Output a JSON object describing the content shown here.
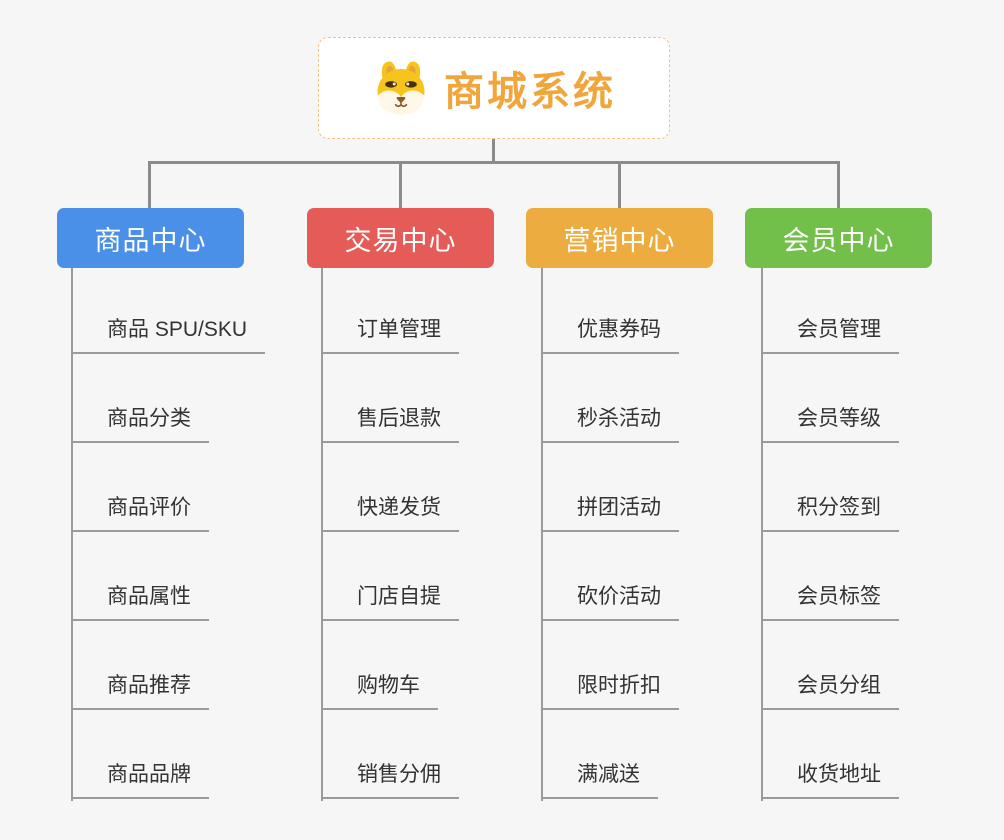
{
  "root": {
    "title": "商城系统",
    "icon": "shiba-dog-icon",
    "title_color": "#F0A63C",
    "border_color": "#F2C382",
    "background": "#FFFFFF"
  },
  "canvas": {
    "background": "#F6F6F6",
    "connector_color": "#8C8C8C",
    "thin_line_color": "#9B9B9B",
    "item_text_color": "#333333"
  },
  "branches": [
    {
      "label": "商品中心",
      "color": "#4A90E8",
      "items": [
        "商品 SPU/SKU",
        "商品分类",
        "商品评价",
        "商品属性",
        "商品推荐",
        "商品品牌"
      ]
    },
    {
      "label": "交易中心",
      "color": "#E45B58",
      "items": [
        "订单管理",
        "售后退款",
        "快递发货",
        "门店自提",
        "购物车",
        "销售分佣"
      ]
    },
    {
      "label": "营销中心",
      "color": "#EDAC40",
      "items": [
        "优惠券码",
        "秒杀活动",
        "拼团活动",
        "砍价活动",
        "限时折扣",
        "满减送"
      ]
    },
    {
      "label": "会员中心",
      "color": "#72BF4A",
      "items": [
        "会员管理",
        "会员等级",
        "积分签到",
        "会员标签",
        "会员分组",
        "收货地址"
      ]
    }
  ]
}
